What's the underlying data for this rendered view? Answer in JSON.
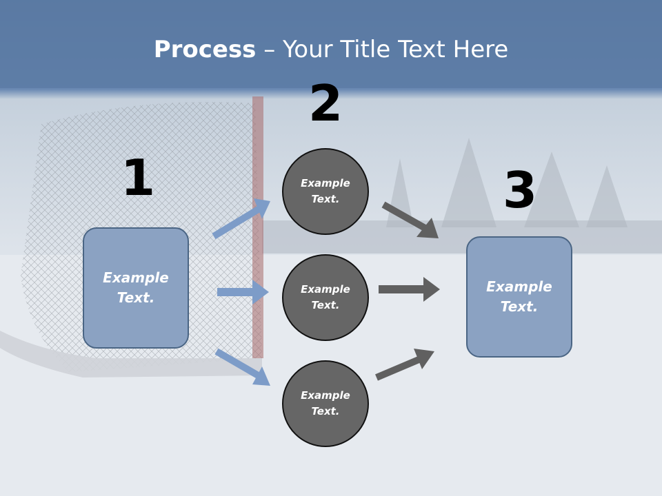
{
  "slide": {
    "title_bold": "Process",
    "title_rest": " – Your Title Text Here",
    "step1_number": "1",
    "step2_number": "2",
    "step3_number": "3",
    "left_box": {
      "line1": "Example",
      "line2": "Text."
    },
    "right_box": {
      "line1": "Example",
      "line2": "Text."
    },
    "circles": [
      {
        "line1": "Example",
        "line2": "Text."
      },
      {
        "line1": "Example",
        "line2": "Text."
      },
      {
        "line1": "Example",
        "line2": "Text."
      }
    ]
  },
  "colors": {
    "header_band": "#5f7fa8",
    "box_fill": "#8ba2c2",
    "box_border": "#4a6584",
    "circle_fill": "#666666",
    "blue_arrow": "#7d9cc8",
    "gray_arrow": "#606060"
  }
}
